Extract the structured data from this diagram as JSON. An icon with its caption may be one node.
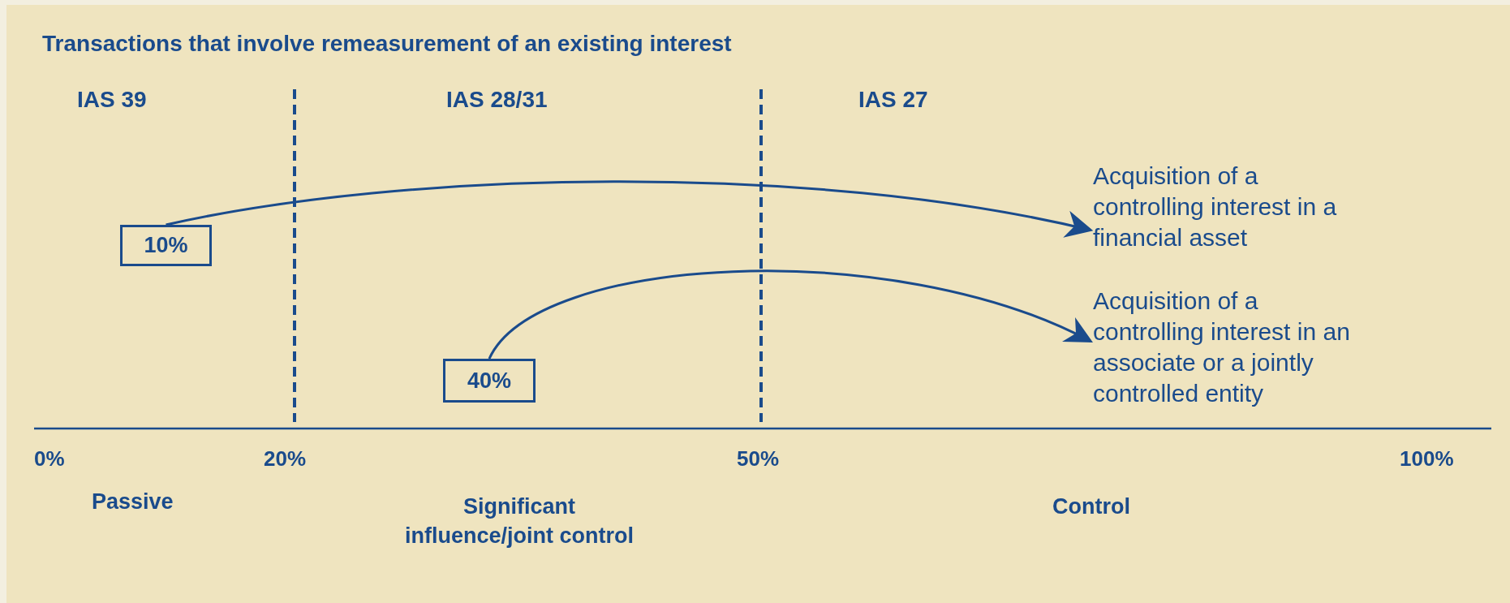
{
  "diagram": {
    "title": "Transactions that involve remeasurement of an existing interest",
    "nodes": [
      {
        "text": [
          "10%"
        ]
      },
      {
        "text": [
          "40%"
        ]
      },
      {
        "text": [
          "Acquisition of a controlling interest in a financial asset"
        ]
      },
      {
        "text": [
          "Acquisition of a controlling interest in an associate or a jointly controlled entity"
        ]
      }
    ],
    "edges": [
      {
        "from": 0,
        "to": 2,
        "arrow": "to"
      },
      {
        "from": 1,
        "to": 3,
        "arrow": "to"
      }
    ],
    "labels": [
      "IAS 39",
      "IAS 28/31",
      "IAS 27",
      "0%",
      "20%",
      "50%",
      "100%",
      "Passive",
      "Significant influence/joint control",
      "Control"
    ]
  }
}
